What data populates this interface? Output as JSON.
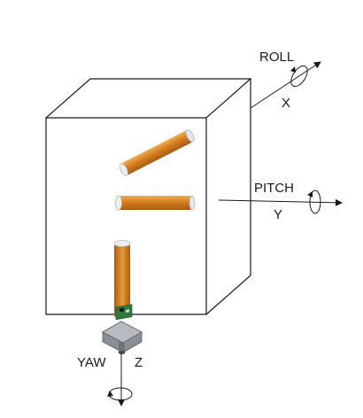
{
  "axes": {
    "roll": {
      "name": "ROLL",
      "letter": "X"
    },
    "pitch": {
      "name": "PITCH",
      "letter": "Y"
    },
    "yaw": {
      "name": "YAW",
      "letter": "Z"
    }
  },
  "colors": {
    "coil_copper": "#d9801f",
    "coil_highlight": "#f2b25a",
    "coil_shadow": "#a85c12",
    "coil_cap": "#eeeeee",
    "line": "#1a1a1a",
    "board": "#2e7a3a",
    "mount": "#8a8f96"
  }
}
